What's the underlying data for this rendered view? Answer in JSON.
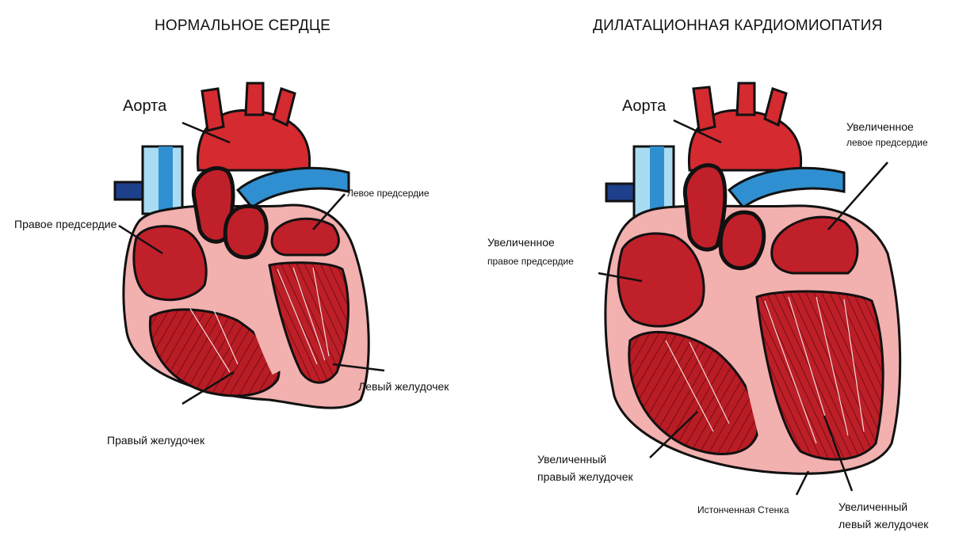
{
  "normal": {
    "title": "НОРМАЛЬНОЕ СЕРДЦЕ",
    "labels": {
      "aorta": "Аорта",
      "left_atrium": "Левое предсердие",
      "right_atrium": "Правое предсердие",
      "left_ventricle": "Левый желудочек",
      "right_ventricle": "Правый желудочек"
    }
  },
  "dilated": {
    "title": "ДИЛАТАЦИОННАЯ КАРДИОМИОПАТИЯ",
    "labels": {
      "aorta": "Аорта",
      "enlarged_left_atrium_line1": "Увеличенное",
      "enlarged_left_atrium_line2": "левое предсердие",
      "enlarged_right_atrium_line1": "Увеличенное",
      "enlarged_right_atrium_line2": "правое предсердие",
      "enlarged_right_ventricle_line1": "Увеличенный",
      "enlarged_right_ventricle_line2": "правый желудочек",
      "thinned_wall": "Истонченная Стенка",
      "enlarged_left_ventricle_line1": "Увеличенный",
      "enlarged_left_ventricle_line2": "левый желудочек"
    }
  },
  "colors": {
    "muscle": "#c0202a",
    "muscle_dark": "#8a1016",
    "wall": "#f2b0ae",
    "vein_blue": "#2f8fd0",
    "vein_light": "#a9dcf2",
    "outline": "#1a1a1a"
  }
}
